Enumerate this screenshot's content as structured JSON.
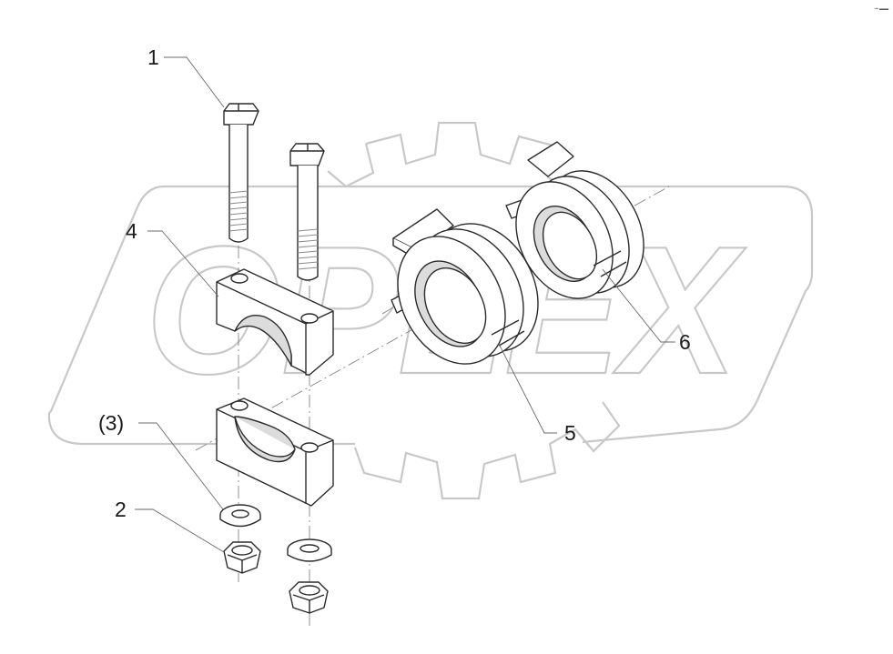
{
  "callouts": {
    "c1": "1",
    "c2": "2",
    "c3": "(3)",
    "c4": "4",
    "c5": "5",
    "c6": "6"
  },
  "watermark": {
    "text": "OPLEX",
    "color": "#c8c8c8"
  },
  "corner_mark": "◦━ ▬▬",
  "colors": {
    "line": "#2a2a2a",
    "fill": "#ffffff",
    "shade": "#dcdcdc",
    "thread": "#8a8a8a"
  }
}
